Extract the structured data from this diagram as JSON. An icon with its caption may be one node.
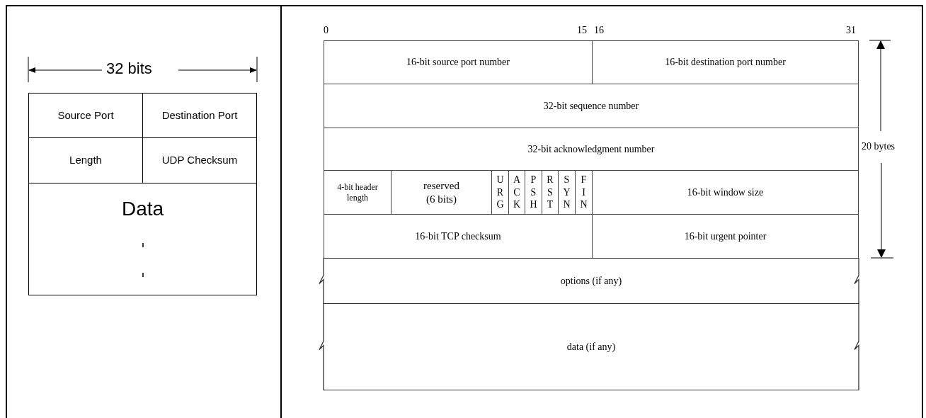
{
  "diagram": {
    "nodes": [
      {
        "text": [
          "Source Port"
        ]
      },
      {
        "text": [
          "Destination Port"
        ]
      },
      {
        "text": [
          "Length"
        ]
      },
      {
        "text": [
          "UDP Checksum"
        ]
      },
      {
        "text": [
          "Data"
        ]
      },
      {
        "text": [
          "16-bit source port number"
        ]
      },
      {
        "text": [
          "16-bit destination port number"
        ]
      },
      {
        "text": [
          "32-bit sequence number"
        ]
      },
      {
        "text": [
          "32-bit acknowledgment number"
        ]
      },
      {
        "text": [
          "4-bit header length"
        ]
      },
      {
        "text": [
          "reserved (6 bits)"
        ]
      },
      {
        "text": [
          "URG"
        ]
      },
      {
        "text": [
          "ACK"
        ]
      },
      {
        "text": [
          "PSH"
        ]
      },
      {
        "text": [
          "RST"
        ]
      },
      {
        "text": [
          "SYN"
        ]
      },
      {
        "text": [
          "FIN"
        ]
      },
      {
        "text": [
          "16-bit window size"
        ]
      },
      {
        "text": [
          "16-bit TCP checksum"
        ]
      },
      {
        "text": [
          "16-bit urgent pointer"
        ]
      },
      {
        "text": [
          "options (if any)"
        ]
      },
      {
        "text": [
          "data (if any)"
        ]
      }
    ],
    "labels": [
      "32 bits",
      "0",
      "15",
      "16",
      "31",
      "20 bytes"
    ]
  }
}
